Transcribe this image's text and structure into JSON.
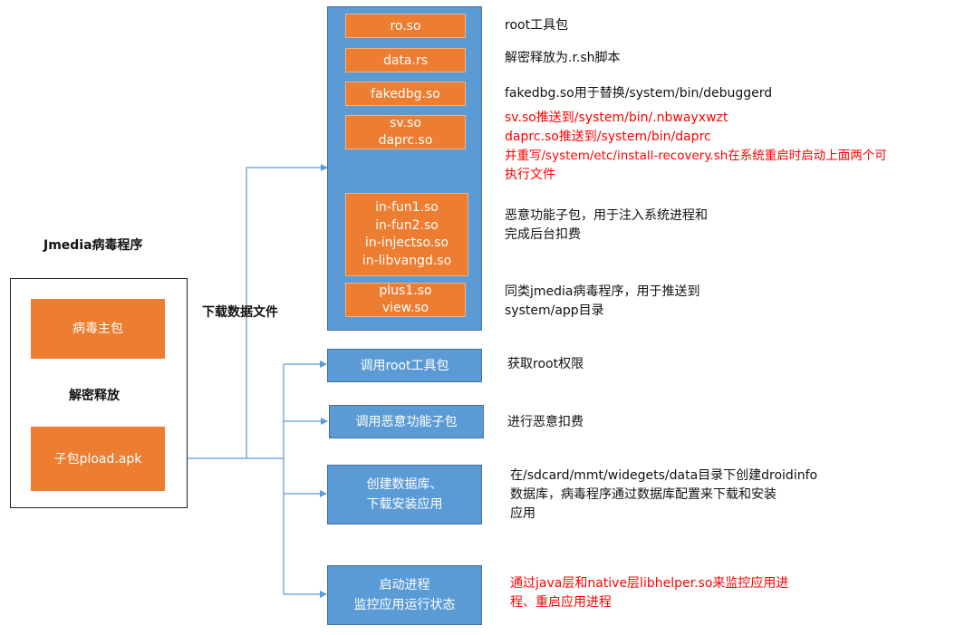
{
  "title": "Jmedia病毒程序",
  "left": {
    "main_package": "病毒主包",
    "release_label": "解密释放",
    "sub_package": "子包pload.apk"
  },
  "download_label": "下载数据文件",
  "files": {
    "ro": "ro.so",
    "data": "data.rs",
    "fakedbg": "fakedbg.so",
    "sv": [
      "sv.so",
      "daprc.so"
    ],
    "infun": [
      "in-fun1.so",
      "in-fun2.so",
      "in-injectso.so",
      "in-libvangd.so"
    ],
    "plus": [
      "plus1.so",
      "view.so"
    ]
  },
  "file_notes": {
    "ro": "root工具包",
    "data": "解密释放为.r.sh脚本",
    "fakedbg": "fakedbg.so用于替换/system/bin/debuggerd",
    "sv": [
      "sv.so推送到/system/bin/.nbwayxwzt",
      "daprc.so推送到/system/bin/daprc",
      "并重写/system/etc/install-recovery.sh在系统重启时启动上面两个可",
      "执行文件"
    ],
    "infun": [
      "恶意功能子包，用于注入系统进程和",
      "完成后台扣费"
    ],
    "plus": [
      "同类jmedia病毒程序，用于推送到",
      "system/app目录"
    ]
  },
  "actions": {
    "call_root": "调用root工具包",
    "call_malicious": "调用恶意功能子包",
    "create_db": [
      "创建数据库、",
      "下载安装应用"
    ],
    "start_process": [
      "启动进程",
      "监控应用运行状态"
    ]
  },
  "action_notes": {
    "call_root": "获取root权限",
    "call_malicious": "进行恶意扣费",
    "create_db": [
      "在/sdcard/mmt/widegets/data目录下创建droidinfo",
      "数据库，病毒程序通过数据库配置来下载和安装",
      "应用"
    ],
    "start_process": [
      "通过java层和native层libhelper.so来监控应用进",
      "程、重启应用进程"
    ]
  },
  "colors": {
    "orange": "#ED7D31",
    "blue": "#5B9BD5",
    "connector": "#5B9BD5",
    "red_text": "#FF0000"
  }
}
